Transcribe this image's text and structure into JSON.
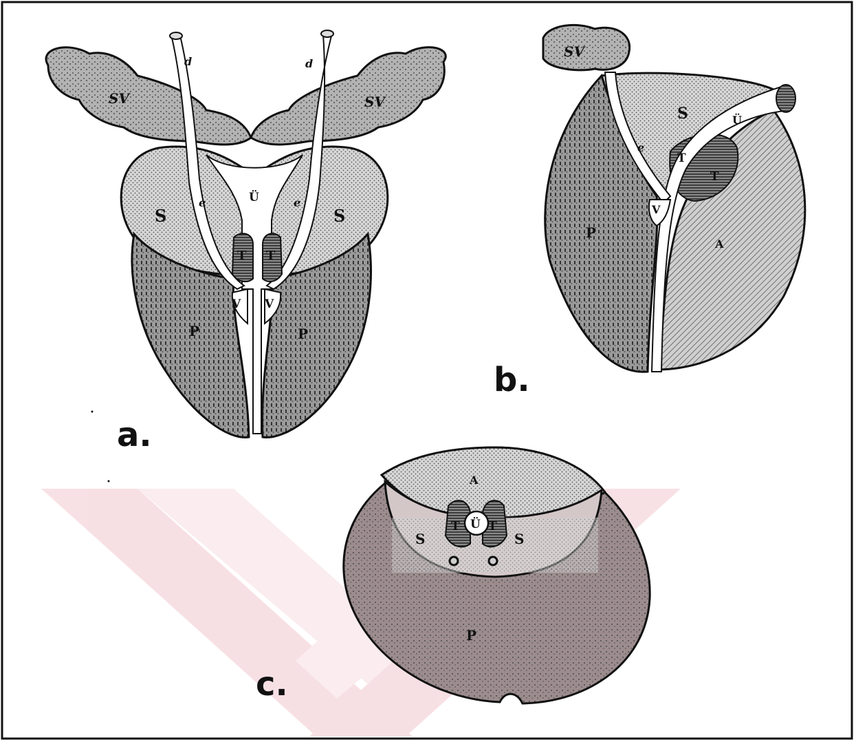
{
  "figure": {
    "panels": [
      {
        "id": "a",
        "caption": "a."
      },
      {
        "id": "b",
        "caption": "b."
      },
      {
        "id": "c",
        "caption": "c."
      }
    ],
    "labels": {
      "SV": "SV",
      "S": "S",
      "P": "P",
      "V": "V",
      "T": "T",
      "U": "Ü",
      "e": "e",
      "d": "d",
      "A": "A"
    },
    "colors": {
      "frame": "#111111",
      "seminal_vesicle": "#a9a9a9",
      "peripheral_zone": "#8f8f8f",
      "central_zone": "#cfcfcf",
      "anterior_stroma": "#bcbcbc",
      "transition_zone": "#7a7a7a",
      "urethra": "#ffffff",
      "cross_section_tint": "#9a8a8c",
      "watermark": "#f2c8cf"
    }
  }
}
